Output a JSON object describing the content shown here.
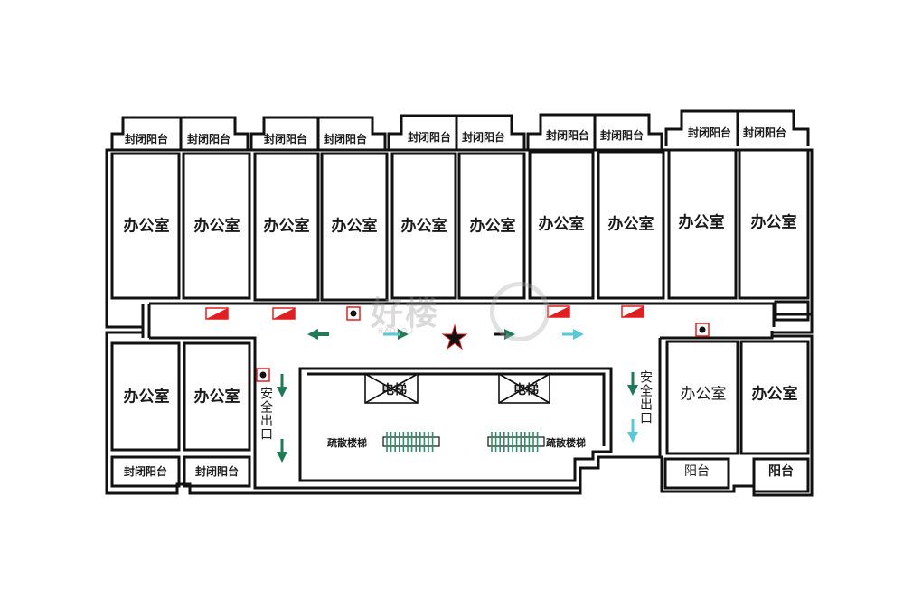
{
  "labels": {
    "enclosed_balcony": "封闭阳台",
    "office": "办公室",
    "elevator": "电梯",
    "evacuation_stairs": "疏散楼梯",
    "safety_exit": "安全出口",
    "balcony": "阳台"
  },
  "watermark": {
    "text": "好楼",
    "subtext": "HAOLOU"
  },
  "colors": {
    "wall": "#111111",
    "exit_arrow_green": "#1f7a55",
    "exit_arrow_cyan": "#59c9d6",
    "fire_sign_red": "#e02020",
    "stair_green": "#2f8f67"
  }
}
